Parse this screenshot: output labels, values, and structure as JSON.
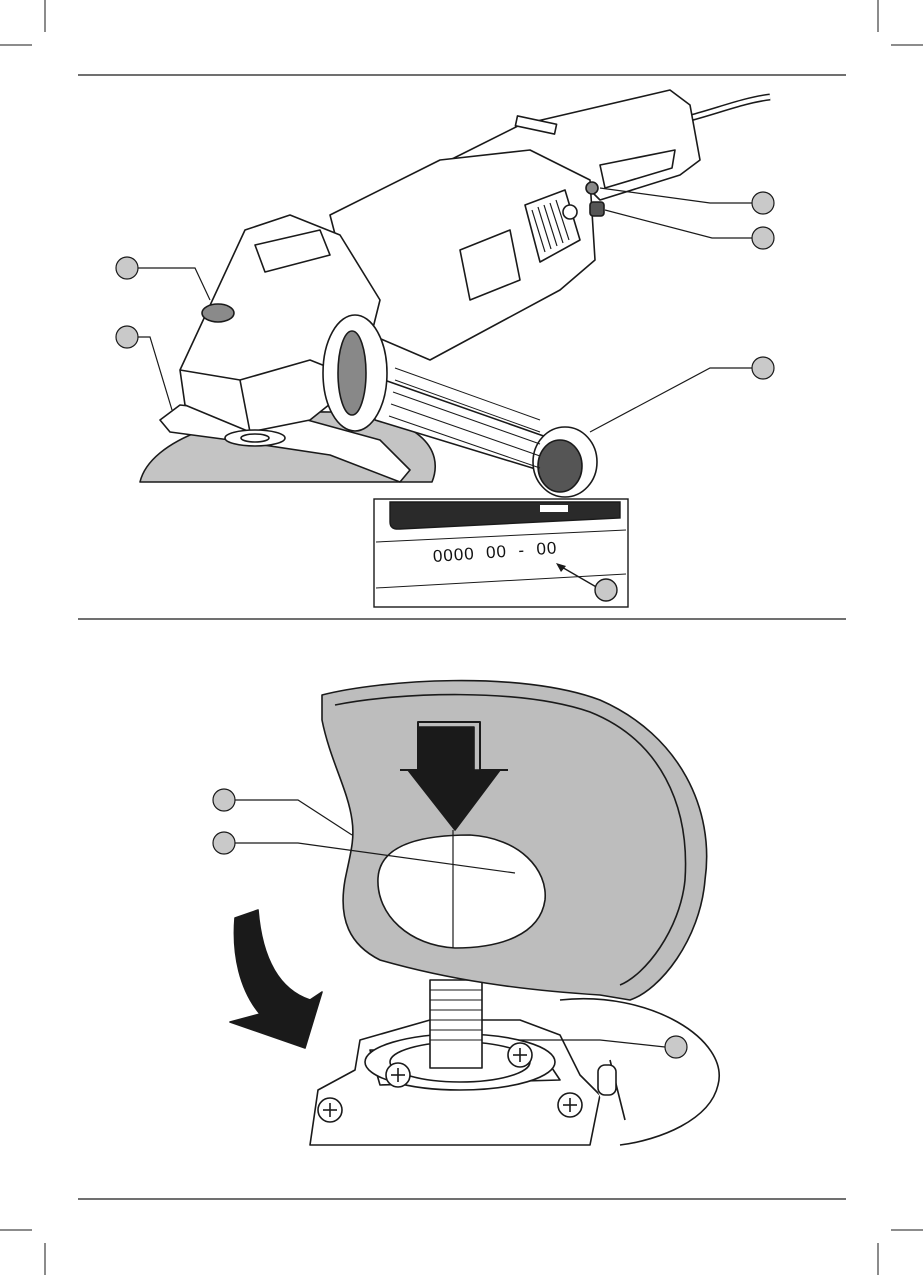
{
  "page": {
    "figure_a": {
      "name": "angle-grinder-overview",
      "callouts": 5
    },
    "inset": {
      "date_code": "0000  00  -  00",
      "callouts": 1
    },
    "figure_b": {
      "name": "guard-mounting",
      "callouts": 3
    },
    "colors": {
      "line": "#1a1a1a",
      "callout_fill": "#c9c9c9",
      "guard_fill": "#bdbdbd",
      "disc_fill": "#c4c4c4",
      "grip_dark": "#555555"
    }
  }
}
